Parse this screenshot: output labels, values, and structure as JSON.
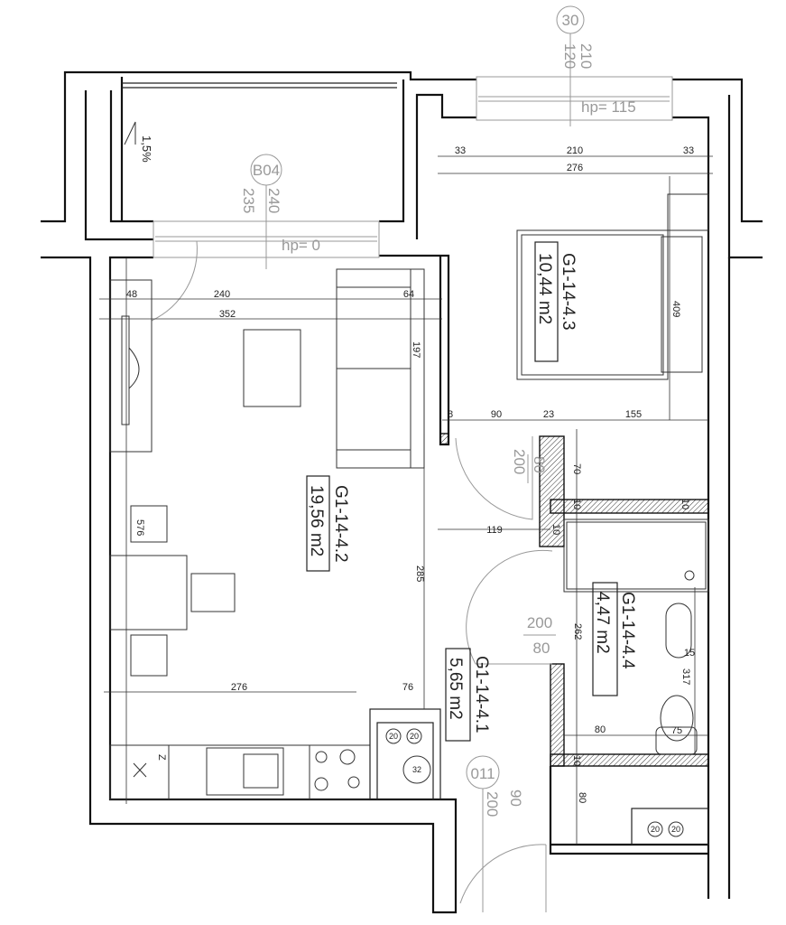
{
  "window_30": {
    "tag": "30",
    "height": "210",
    "width": "120",
    "sill": "hp= 115"
  },
  "balcony": {
    "slope": "1,5%"
  },
  "door_B04": {
    "tag": "B04",
    "height": "240",
    "width": "235",
    "sill": "hp= 0"
  },
  "door_011": {
    "tag": "011",
    "width": "90",
    "height": "200"
  },
  "door_bedroom": {
    "width": "80",
    "height": "200"
  },
  "door_bath": {
    "height": "200",
    "width": "80"
  },
  "rooms": [
    {
      "code": "G1-14-4.3",
      "area": "10,44 m2"
    },
    {
      "code": "G1-14-4.2",
      "area": "19,56 m2"
    },
    {
      "code": "G1-14-4.4",
      "area": "4,47 m2"
    },
    {
      "code": "G1-14-4.1",
      "area": "5,65 m2"
    }
  ],
  "dimensions": {
    "bed_top_a": "33",
    "bed_top_b": "210",
    "bed_top_c": "33",
    "bed_top_total": "276",
    "liv_a": "48",
    "liv_b": "240",
    "liv_c": "64",
    "liv_total": "352",
    "bed_height": "409",
    "sofa": "197",
    "hall_a": "8",
    "hall_b": "90",
    "hall_c": "23",
    "hall_d": "155",
    "bath_70": "70",
    "wall_10a": "10",
    "wall_10b": "10",
    "wall_10c": "10",
    "wall_10d": "10",
    "hall_119": "119",
    "liv_576": "576",
    "liv_285": "285",
    "bath_262": "262",
    "bath_15": "15",
    "bath_317": "317",
    "kit_276": "276",
    "kit_76": "76",
    "wc_80": "80",
    "wc_75": "75",
    "hall_80": "80"
  },
  "symbols": {
    "fridge": "Z",
    "vent_a": "20",
    "vent_b": "20",
    "flue": "32",
    "vent_c": "20",
    "vent_d": "20"
  }
}
